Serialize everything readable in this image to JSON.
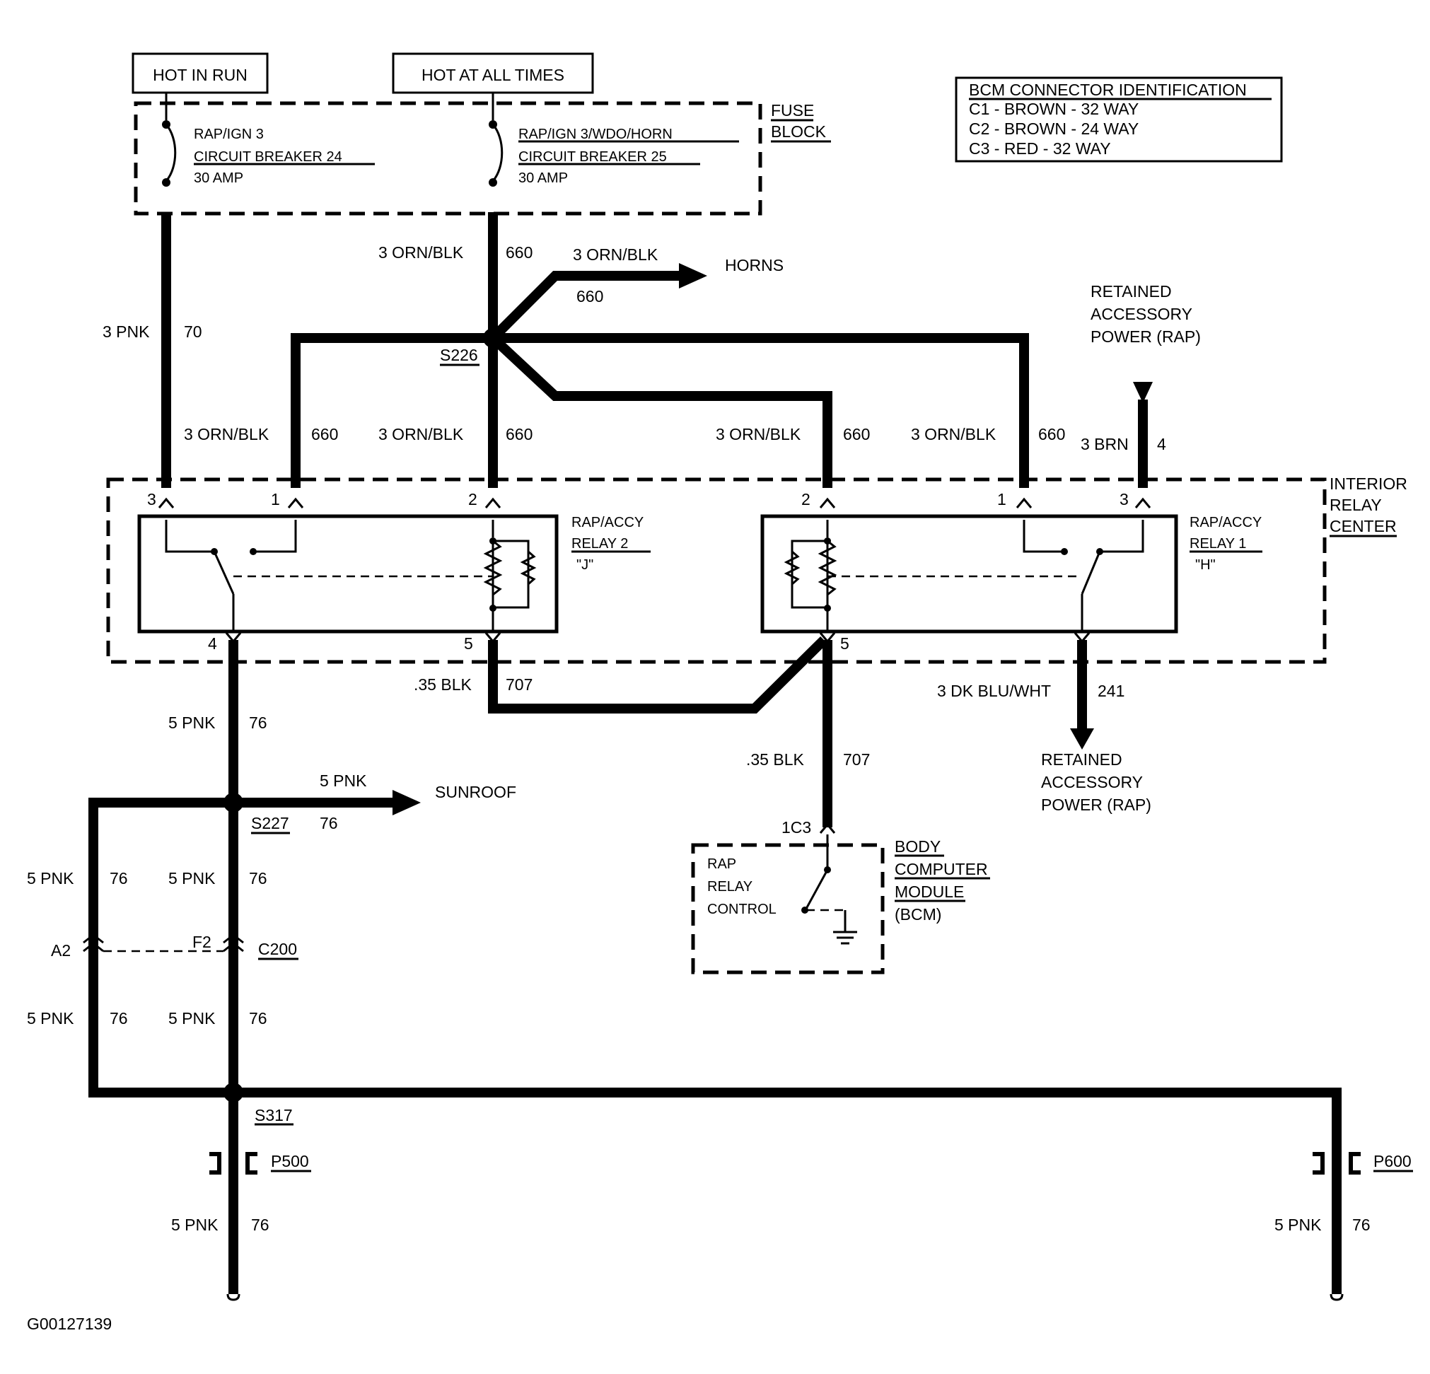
{
  "power": {
    "hot_in_run": "HOT IN RUN",
    "hot_at_all_times": "HOT AT ALL TIMES"
  },
  "fuse_block": {
    "label_line1": "FUSE",
    "label_line2": "BLOCK",
    "cb24_line1": "RAP/IGN 3",
    "cb24_line2": "CIRCUIT BREAKER 24",
    "cb24_line3": "30 AMP",
    "cb25_line1": "RAP/IGN 3/WDO/HORN",
    "cb25_line2": "CIRCUIT BREAKER 25",
    "cb25_line3": "30 AMP"
  },
  "bcm_connector_id": {
    "title": "BCM CONNECTOR IDENTIFICATION",
    "c1": "C1 - BROWN - 32 WAY",
    "c2": "C2 - BROWN - 24 WAY",
    "c3": "C3 - RED - 32 WAY"
  },
  "wires": {
    "pnk3": "3 PNK",
    "c70": "70",
    "orn_blk": "3 ORN/BLK",
    "c660": "660",
    "brn3": "3 BRN",
    "c4": "4",
    "blk035": ".35 BLK",
    "c707": "707",
    "dkblu": "3 DK BLU/WHT",
    "c241": "241",
    "pnk5": "5 PNK",
    "c76": "76"
  },
  "destinations": {
    "horns": "HORNS",
    "sunroof": "SUNROOF",
    "rap_line1": "RETAINED",
    "rap_line2": "ACCESSORY",
    "rap_line3": "POWER (RAP)"
  },
  "splices": {
    "s226": "S226",
    "s227": "S227",
    "s317": "S317"
  },
  "connectors": {
    "c200": "C200",
    "a2": "A2",
    "f2": "F2",
    "p500": "P500",
    "p600": "P600",
    "c1c3": "1C3"
  },
  "relay_center": {
    "line1": "INTERIOR",
    "line2": "RELAY",
    "line3": "CENTER"
  },
  "relay2": {
    "line1": "RAP/ACCY",
    "line2": "RELAY 2",
    "line3": "\"J\""
  },
  "relay1": {
    "line1": "RAP/ACCY",
    "line2": "RELAY 1",
    "line3": "\"H\""
  },
  "pins": {
    "p1": "1",
    "p2": "2",
    "p3": "3",
    "p4": "4",
    "p5": "5"
  },
  "bcm": {
    "label1": "BODY",
    "label2": "COMPUTER",
    "label3": "MODULE",
    "label4": "(BCM)",
    "inner1": "RAP",
    "inner2": "RELAY",
    "inner3": "CONTROL"
  },
  "figure_id": "G00127139"
}
